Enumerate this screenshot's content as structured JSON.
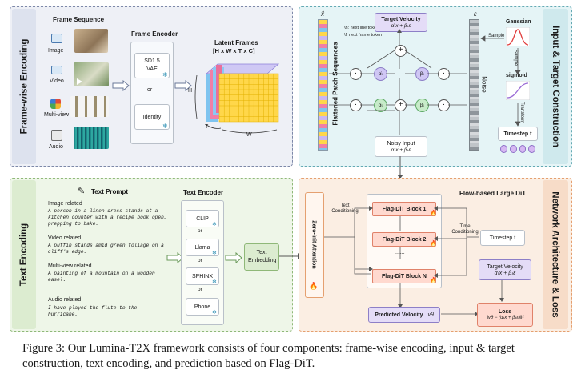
{
  "panels": {
    "frame_wise": {
      "title": "Frame-wise Encoding"
    },
    "input_target": {
      "title": "Input & Target Construction"
    },
    "text_encoding": {
      "title": "Text Encoding"
    },
    "network": {
      "title": "Network Architecture & Loss"
    }
  },
  "frame_sequence": {
    "title": "Frame Sequence",
    "items": [
      "Image",
      "Video",
      "Multi-view",
      "Audio"
    ]
  },
  "frame_encoder": {
    "title": "Frame Encoder",
    "options": [
      "SD1.5 VAE",
      "Identity"
    ],
    "or": "or"
  },
  "latent_frames": {
    "title": "Latent Frames",
    "dims": "[H x W x T x C]",
    "axis_h": "H",
    "axis_t": "T",
    "axis_w": "W"
  },
  "input_target": {
    "flattened_label": "Flattened Patch Sequences",
    "x_hat_label": "x̂",
    "token_n": "\\n",
    "token_f": "\\f",
    "legend_n": "\\n: next line token",
    "legend_f": "\\f: next frame token",
    "target_velocity": "Target Velocity",
    "target_velocity_formula": "α̇ₜx + β̇ₜε",
    "noisy_input": "Noisy Input",
    "noisy_input_formula": "αₜx + βₜε",
    "alpha_dot": "α̇ₜ",
    "beta_dot": "β̇ₜ",
    "alpha": "αₜ",
    "beta": "βₜ",
    "noise_label": "Noise",
    "epsilon": "ε",
    "gaussian": "Gaussian",
    "sample": "Sample",
    "sigmoid": "sigmoid",
    "transform": "Transform",
    "timestep": "Timestep t"
  },
  "text_prompt": {
    "title": "Text Prompt",
    "sections": [
      {
        "heading": "Image related",
        "text": "A person in a linen dress stands at a kitchen counter with a recipe book open, prepping to bake."
      },
      {
        "heading": "Video related",
        "text": "A puffin stands amid green foliage on a cliff's edge."
      },
      {
        "heading": "Multi-view related",
        "text": "A painting of a mountain on a wooden easel."
      },
      {
        "heading": "Audio related",
        "text": "I have played the flute to the hurricane."
      }
    ]
  },
  "text_encoder": {
    "title": "Text Encoder",
    "options": [
      "CLIP",
      "Llama",
      "SPHINX",
      "Phone"
    ],
    "or": "or"
  },
  "text_embedding": "Text Embedding",
  "network": {
    "title": "Flow-based Large DiT",
    "zero_init": "Zero-init Attention",
    "text_conditioning": "Text Conditioning",
    "time_conditioning": "Time Conditioning",
    "blocks": [
      "Flag-DiT Block 1",
      "Flag-DiT Block 2",
      "......",
      "Flag-DiT Block N"
    ],
    "timestep": "Timestep t",
    "target_velocity": "Target Velocity",
    "target_velocity_formula": "α̇ₜx + β̇ₜε",
    "predicted_velocity": "Predicted Velocity",
    "predicted_symbol": "vθ",
    "loss": "Loss",
    "loss_formula": "‖vθ − (α̇ₜx + β̇ₜε)‖²"
  },
  "caption": "Figure 3: Our Lumina-T2X framework consists of four components: frame-wise encoding, input & target construction, text encoding, and prediction based on Flag-DiT.",
  "colors": {
    "frame_wise_bg": "#eef0f6",
    "frame_wise_border": "#7d88a8",
    "input_bg": "#e5f4f6",
    "input_border": "#63a9b3",
    "text_bg": "#eef6e8",
    "text_border": "#8fb878",
    "network_bg": "#fbeee3",
    "network_border": "#e5a070",
    "flag_block": "#ffd9cf",
    "fire": "#e24b2b",
    "snow": "#2c8fb3"
  }
}
